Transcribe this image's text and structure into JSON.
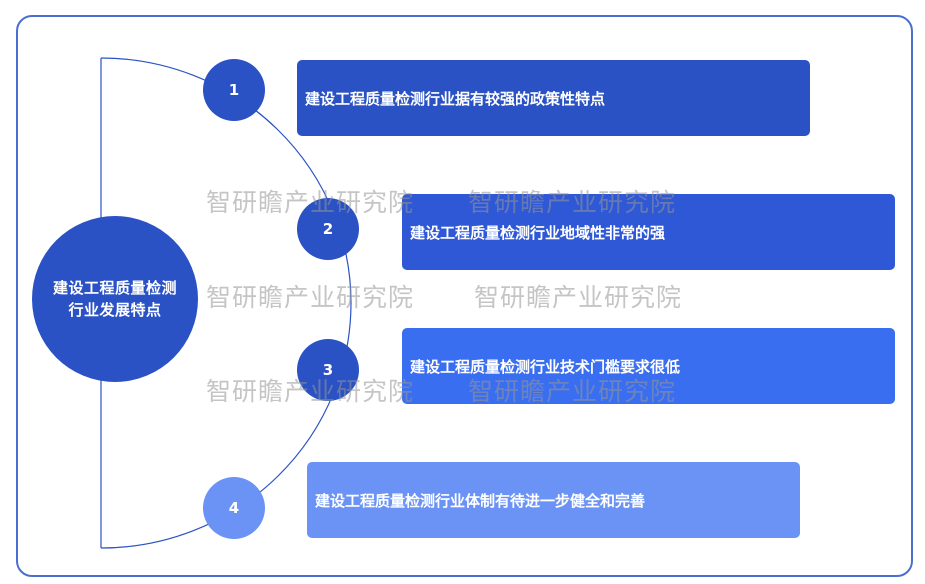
{
  "center": {
    "label": "建设工程质量检测行业发展特点"
  },
  "features": [
    {
      "number": "1",
      "text": "建设工程质量检测行业据有较强的政策性特点",
      "color": "#2a52c4",
      "node_color": "#2a52c4"
    },
    {
      "number": "2",
      "text": "建设工程质量检测行业地域性非常的强",
      "color": "#2e58d6",
      "node_color": "#2a52c4"
    },
    {
      "number": "3",
      "text": "建设工程质量检测行业技术门槛要求很低",
      "color": "#3a6ef0",
      "node_color": "#2a52c4"
    },
    {
      "number": "4",
      "text": "建设工程质量检测行业体制有待进一步健全和完善",
      "color": "#6a93f5",
      "node_color": "#6a93f5"
    }
  ],
  "watermark": "智研瞻产业研究院",
  "colors": {
    "frame": "#4a6fd1",
    "connector": "#2a52c4"
  }
}
